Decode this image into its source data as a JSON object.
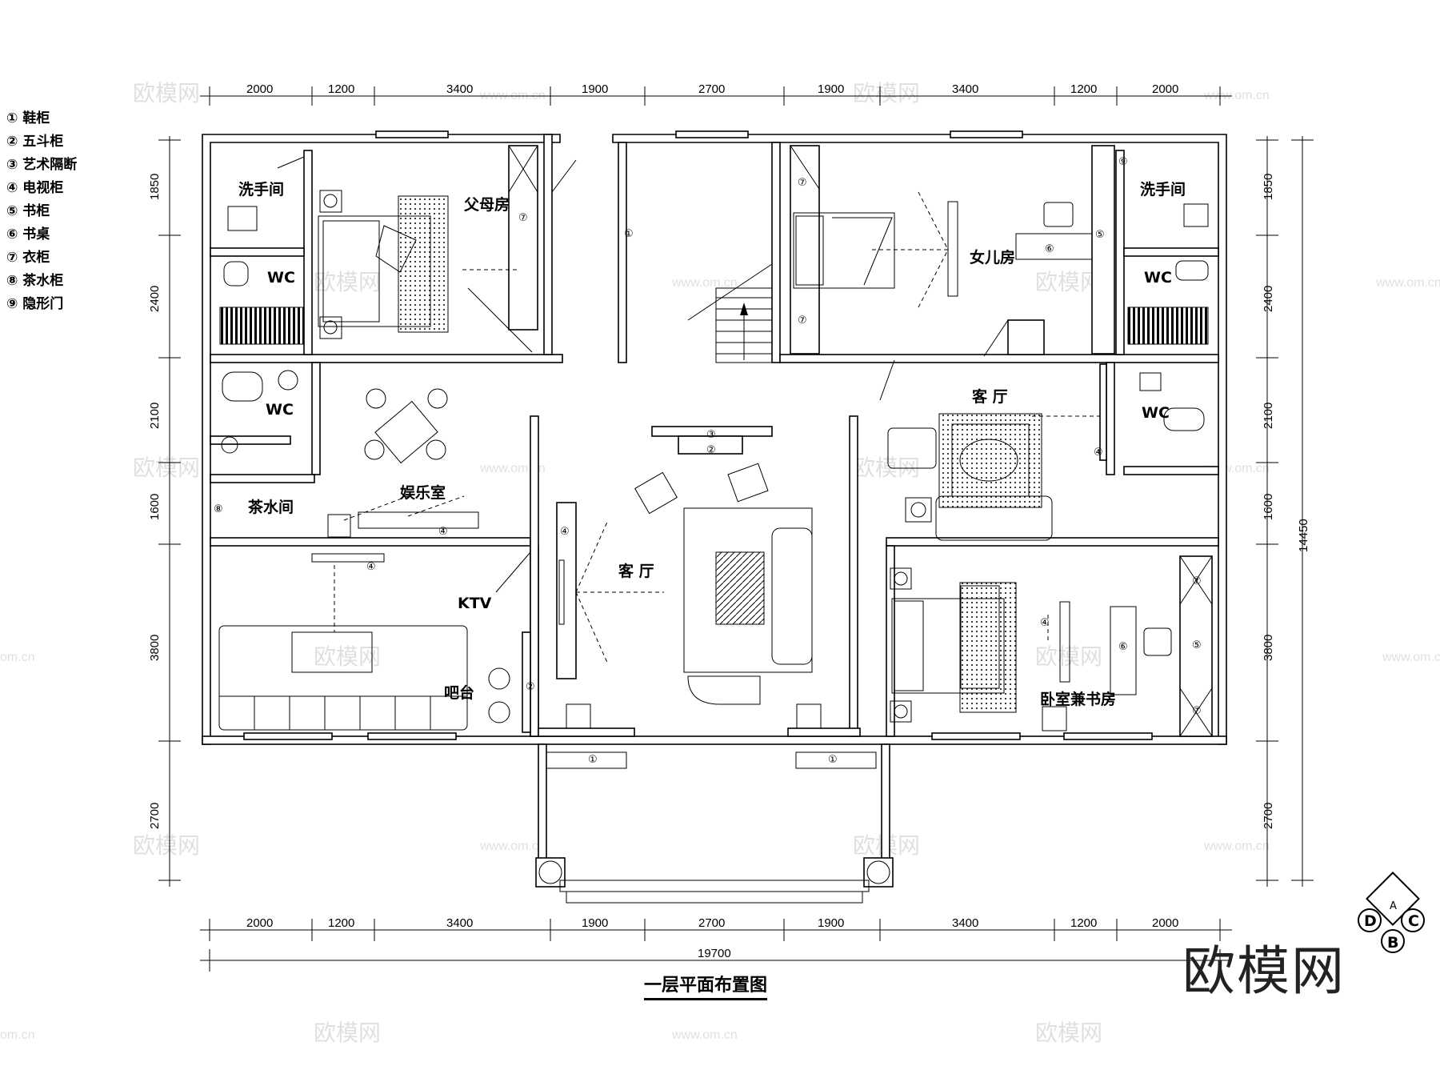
{
  "legend": [
    "① 鞋柜",
    "② 五斗柜",
    "③ 艺术隔断",
    "④ 电视柜",
    "⑤ 书柜",
    "⑥ 书桌",
    "⑦ 衣柜",
    "⑧ 茶水柜",
    "⑨ 隐形门"
  ],
  "dimensions": {
    "top": [
      "2000",
      "1200",
      "3400",
      "1900",
      "2700",
      "1900",
      "3400",
      "1200",
      "2000"
    ],
    "bottom": [
      "2000",
      "1200",
      "3400",
      "1900",
      "2700",
      "1900",
      "3400",
      "1200",
      "2000"
    ],
    "total": "19700",
    "left": [
      "1850",
      "2400",
      "2100",
      "1600",
      "3800",
      "2700"
    ],
    "right": [
      "1850",
      "2400",
      "2100",
      "1600",
      "3800",
      "2700"
    ],
    "right_total": "14450"
  },
  "rooms": {
    "washroom_left": "洗手间",
    "parents_room": "父母房",
    "wc_left_top": "WC",
    "wc_left_mid": "WC",
    "tea_room": "茶水间",
    "entertainment_room": "娱乐室",
    "ktv": "KTV",
    "bar": "吧台",
    "living_room_center": "客 厅",
    "daughter_room": "女儿房",
    "washroom_right": "洗手间",
    "wc_right_top": "WC",
    "living_room_right": "客 厅",
    "wc_right_mid": "WC",
    "bedroom_study": "卧室兼书房"
  },
  "tags": {
    "t1": "①",
    "t2": "②",
    "t3": "③",
    "t4": "④",
    "t5": "⑤",
    "t6": "⑥",
    "t7": "⑦",
    "t8": "⑧",
    "t9": "⑨"
  },
  "title": "一层平面布置图",
  "watermark": {
    "name": "欧模网",
    "url": "www.om.cn",
    "partial_url": "om.cn"
  },
  "brand": "欧模网",
  "compass": [
    "A",
    "B",
    "C",
    "D"
  ]
}
